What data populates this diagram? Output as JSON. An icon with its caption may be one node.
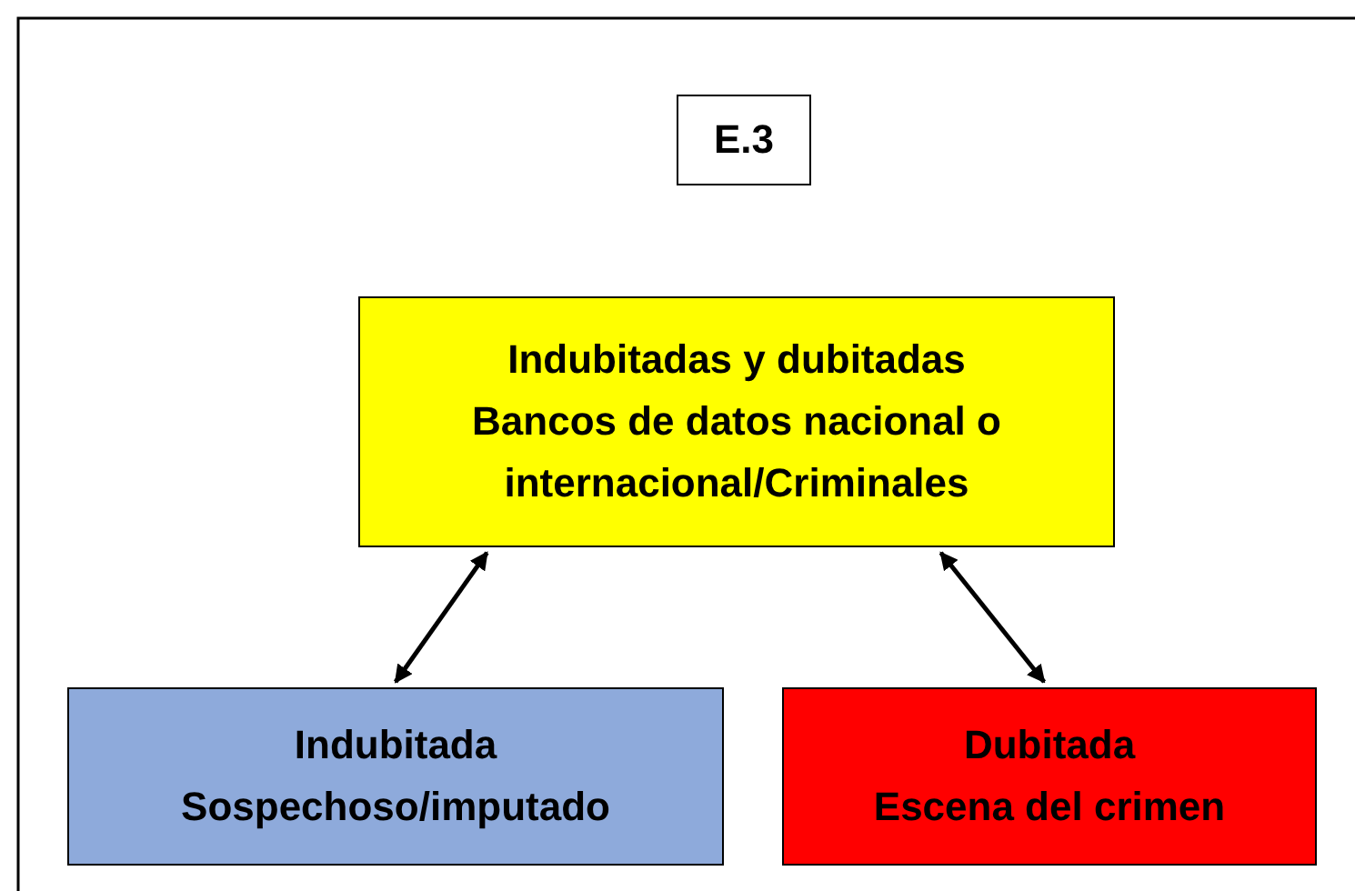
{
  "diagram": {
    "nodes": [
      {
        "text": [
          "E.3"
        ]
      },
      {
        "text": [
          "Indubitadas y dubitadas",
          "Bancos de datos nacional o internacional/Criminales"
        ]
      },
      {
        "text": [
          "Indubitada",
          "Sospechoso/imputado"
        ]
      },
      {
        "text": [
          "Dubitada",
          "Escena del crimen"
        ]
      }
    ],
    "edges": [
      {
        "from": 1,
        "to": 2,
        "arrow": "both"
      },
      {
        "from": 1,
        "to": 3,
        "arrow": "both"
      }
    ]
  }
}
